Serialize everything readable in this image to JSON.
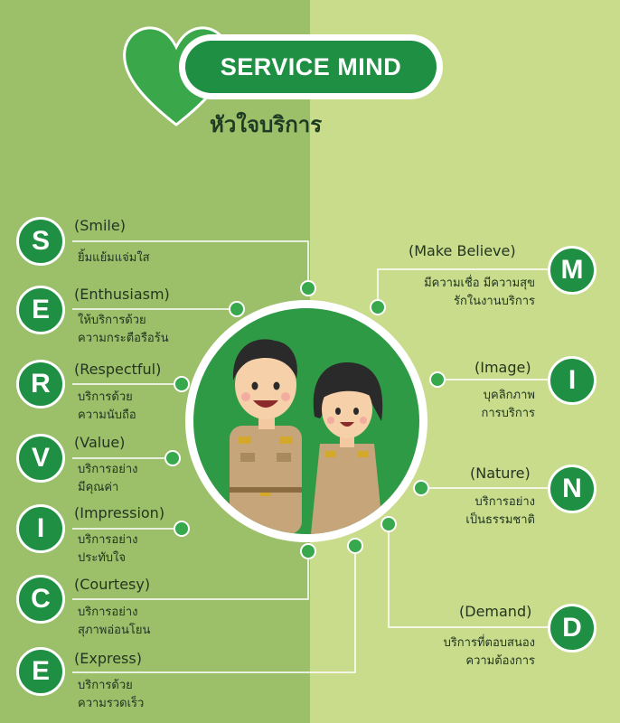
{
  "header": {
    "title": "SERVICE MIND",
    "subtitle": "หัวใจบริการ"
  },
  "service": [
    {
      "letter": "S",
      "en": "(Smile)",
      "th": [
        "ยิ้มแย้มแจ่มใส"
      ]
    },
    {
      "letter": "E",
      "en": "(Enthusiasm)",
      "th": [
        "ให้บริการด้วย",
        "ความกระตือรือร้น"
      ]
    },
    {
      "letter": "R",
      "en": "(Respectful)",
      "th": [
        "บริการด้วย",
        "ความนับถือ"
      ]
    },
    {
      "letter": "V",
      "en": "(Value)",
      "th": [
        "บริการอย่าง",
        "มีคุณค่า"
      ]
    },
    {
      "letter": "I",
      "en": "(Impression)",
      "th": [
        "บริการอย่าง",
        "ประทับใจ"
      ]
    },
    {
      "letter": "C",
      "en": "(Courtesy)",
      "th": [
        "บริการอย่าง",
        "สุภาพอ่อนโยน"
      ]
    },
    {
      "letter": "E",
      "en": "(Express)",
      "th": [
        "บริการด้วย",
        "ความรวดเร็ว"
      ]
    }
  ],
  "mind": [
    {
      "letter": "M",
      "en": "(Make Believe)",
      "th": [
        "มีความเชื่อ มีความสุข",
        "รักในงานบริการ"
      ]
    },
    {
      "letter": "I",
      "en": "(Image)",
      "th": [
        "บุคลิกภาพ",
        "การบริการ"
      ]
    },
    {
      "letter": "N",
      "en": "(Nature)",
      "th": [
        "บริการอย่าง",
        "เป็นธรรมชาติ"
      ]
    },
    {
      "letter": "D",
      "en": "(Demand)",
      "th": [
        "บริการที่ตอบสนอง",
        "ความต้องการ"
      ]
    }
  ],
  "colors": {
    "left_bg": "#9cc06a",
    "right_bg": "#c8dc8b",
    "accent_green": "#1f8f43",
    "heart_green": "#3aa84a"
  }
}
